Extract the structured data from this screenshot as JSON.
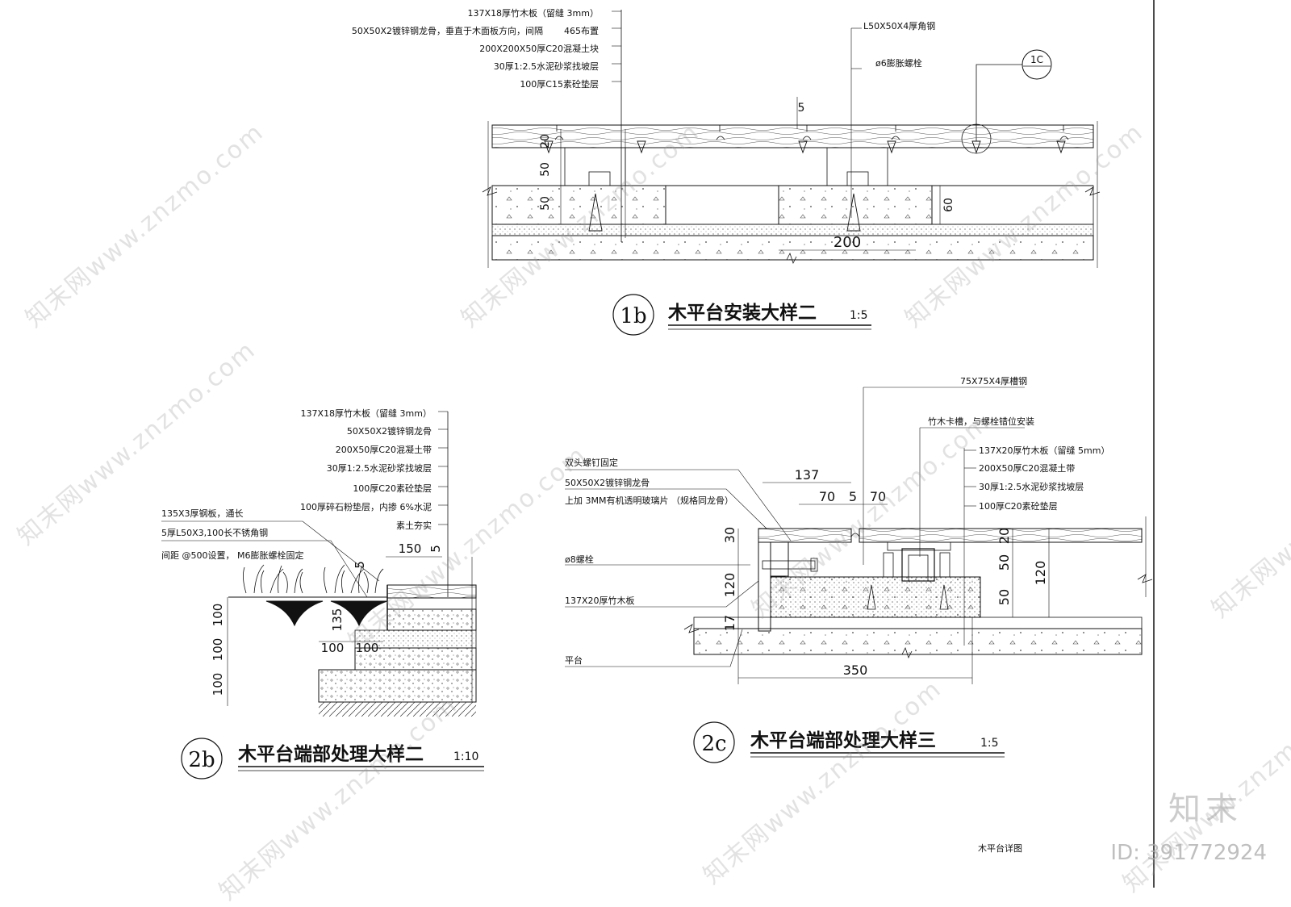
{
  "drawing_1b": {
    "callouts": [
      "137X18厚竹木板（留缝      3mm）",
      "50X50X2镀锌钢龙骨，垂直于木面板方向，间隔",
      "465布置",
      "200X200X50厚C20混凝土块",
      "30厚1:2.5水泥砂浆找坡层",
      "100厚C15素砼垫层"
    ],
    "right_callouts": [
      "L50X50X4厚角钢",
      "ø6膨胀螺栓"
    ],
    "ref_tag": "1C",
    "dims": [
      "5",
      "20",
      "50",
      "50",
      "60",
      "200"
    ],
    "marker": "1b",
    "title": "木平台安装大样二",
    "scale": "1:5"
  },
  "drawing_2b": {
    "callouts": [
      "137X18厚竹木板（留缝      3mm）",
      "50X50X2镀锌钢龙骨",
      "200X50厚C20混凝土带",
      "30厚1:2.5水泥砂浆找坡层",
      "100厚C20素砼垫层",
      "100厚碎石粉垫层，内掺      6%水泥",
      "素土夯实"
    ],
    "left_callouts": [
      "135X3厚钢板，通长",
      "5厚L50X3,100长不锈角钢",
      "间距 @500设置，   M6膨胀螺栓固定"
    ],
    "dims": [
      "150",
      "5",
      "5",
      "135",
      "100",
      "100",
      "100",
      "100",
      "100"
    ],
    "marker": "2b",
    "title": "木平台端部处理大样二",
    "scale": "1:10"
  },
  "drawing_2c": {
    "top_callouts": [
      "75X75X4厚槽钢",
      "竹木卡槽，与螺栓错位安装"
    ],
    "right_callouts": [
      "137X20厚竹木板（留缝      5mm）",
      "200X50厚C20混凝土带",
      "30厚1:2.5水泥砂浆找坡层",
      "100厚C20素砼垫层"
    ],
    "left_callouts": [
      "双头螺钉固定",
      "50X50X2镀锌钢龙骨",
      "上加  3MM有机透明玻璃片      （规格同龙骨）",
      "ø8螺栓",
      "137X20厚竹木板",
      "平台"
    ],
    "dims": [
      "137",
      "70",
      "5",
      "70",
      "30",
      "120",
      "17",
      "20",
      "50",
      "50",
      "120",
      "350"
    ],
    "marker": "2c",
    "title": "木平台端部处理大样三",
    "scale": "1:5"
  },
  "sheet_note": "木平台详图",
  "watermark": "知末网www.znzmo.com",
  "brand": "知末",
  "doc_id": "ID: 391772924",
  "colors": {
    "line": "#111111",
    "watermark": "#9a9a9a"
  }
}
